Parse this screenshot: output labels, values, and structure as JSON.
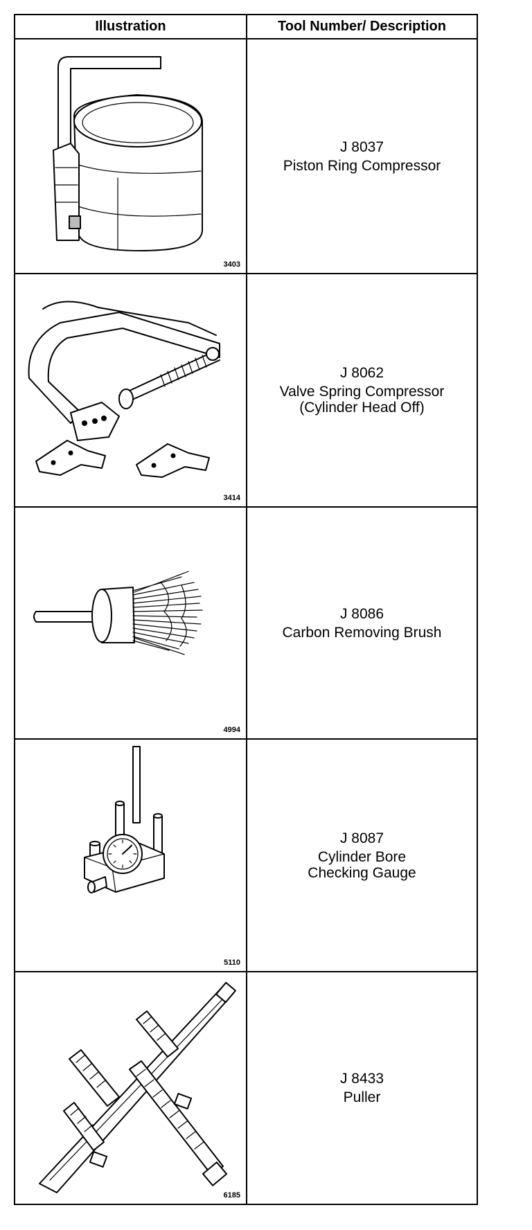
{
  "headers": {
    "illustration": "Illustration",
    "tool": "Tool Number/ Description"
  },
  "rows": [
    {
      "code": "3403",
      "number": "J 8037",
      "desc": [
        "Piston Ring Compressor"
      ],
      "icon": "piston-ring-compressor-icon"
    },
    {
      "code": "3414",
      "number": "J 8062",
      "desc": [
        "Valve Spring Compressor",
        "(Cylinder Head Off)"
      ],
      "icon": "valve-spring-compressor-icon"
    },
    {
      "code": "4994",
      "number": "J 8086",
      "desc": [
        "Carbon Removing Brush"
      ],
      "icon": "carbon-brush-icon"
    },
    {
      "code": "5110",
      "number": "J 8087",
      "desc": [
        "Cylinder Bore",
        "Checking Gauge"
      ],
      "icon": "bore-gauge-icon"
    },
    {
      "code": "6185",
      "number": "J 8433",
      "desc": [
        "Puller"
      ],
      "icon": "puller-icon"
    }
  ]
}
